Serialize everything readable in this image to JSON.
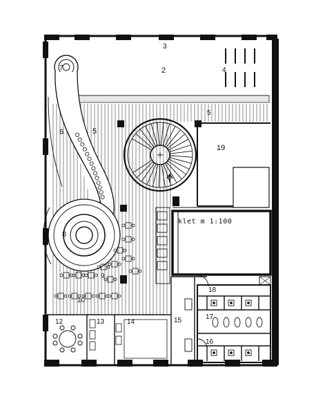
{
  "plan": {
    "title": "klet m 1:100",
    "room_labels": {
      "r2": "2",
      "r3": "3",
      "r4": "4",
      "r5a": "5",
      "r5b": "5",
      "r6": "6",
      "r7": "7",
      "r8": "8",
      "r9": "9",
      "r10": "10",
      "r12": "12",
      "r13": "13",
      "r14": "14",
      "r15": "15",
      "r16": "16",
      "r17": "17",
      "r18": "18",
      "r19": "19"
    },
    "colors": {
      "ink": "#111111",
      "hatch": "#555555",
      "paper": "#ffffff"
    }
  }
}
